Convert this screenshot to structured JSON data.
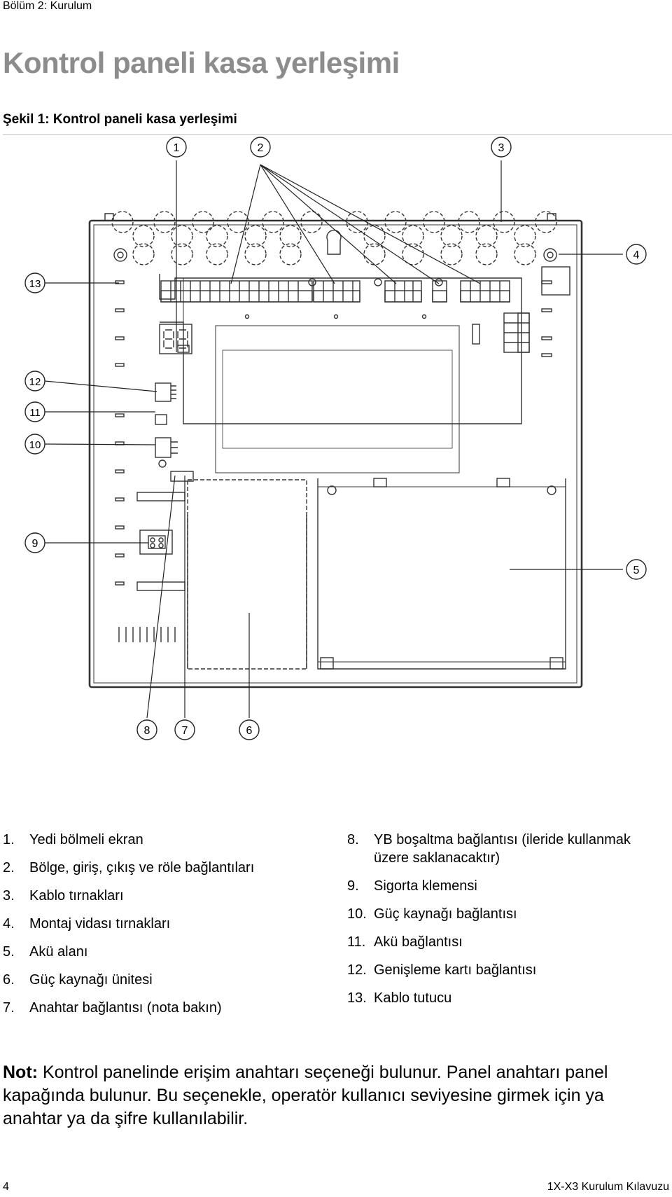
{
  "header": {
    "section": "Bölüm 2: Kurulum"
  },
  "title": "Kontrol paneli kasa yerleşimi",
  "figure": {
    "caption": "Şekil 1: Kontrol paneli kasa yerleşimi",
    "callouts": [
      "1",
      "2",
      "3",
      "4",
      "5",
      "6",
      "7",
      "8",
      "9",
      "10",
      "11",
      "12",
      "13"
    ]
  },
  "legend": {
    "left": [
      {
        "num": "1.",
        "text": "Yedi bölmeli ekran"
      },
      {
        "num": "2.",
        "text": "Bölge, giriş, çıkış ve röle bağlantıları"
      },
      {
        "num": "3.",
        "text": "Kablo tırnakları"
      },
      {
        "num": "4.",
        "text": "Montaj vidası tırnakları"
      },
      {
        "num": "5.",
        "text": "Akü alanı"
      },
      {
        "num": "6.",
        "text": "Güç kaynağı ünitesi"
      },
      {
        "num": "7.",
        "text": "Anahtar bağlantısı (nota bakın)"
      }
    ],
    "right": [
      {
        "num": "8.",
        "text": "YB boşaltma bağlantısı (ileride kullanmak üzere saklanacaktır)"
      },
      {
        "num": "9.",
        "text": "Sigorta klemensi"
      },
      {
        "num": "10.",
        "text": "Güç kaynağı bağlantısı"
      },
      {
        "num": "11.",
        "text": "Akü bağlantısı"
      },
      {
        "num": "12.",
        "text": "Genişleme kartı bağlantısı"
      },
      {
        "num": "13.",
        "text": "Kablo tutucu"
      }
    ]
  },
  "note": {
    "label": "Not:",
    "text": "Kontrol panelinde erişim anahtarı seçeneği bulunur. Panel anahtarı panel kapağında bulunur. Bu seçenekle, operatör kullanıcı seviyesine girmek için ya anahtar ya da şifre kullanılabilir."
  },
  "footer": {
    "page": "4",
    "doc_title": "1X-X3 Kurulum Kılavuzu"
  }
}
